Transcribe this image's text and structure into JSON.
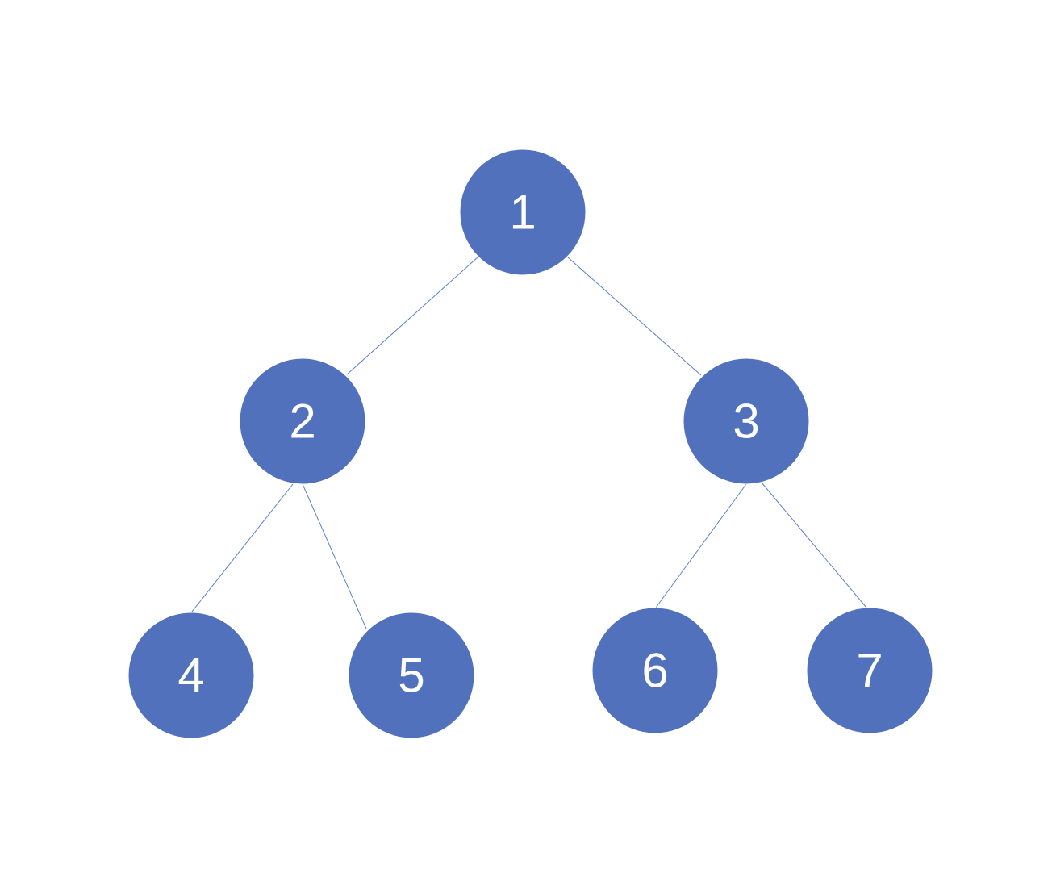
{
  "colors": {
    "node_fill": "#5171BD",
    "edge": "#5A80C9",
    "label": "#FFFFFF",
    "background": "#FFFFFF"
  },
  "tree": {
    "nodes": [
      {
        "id": "1",
        "label": "1"
      },
      {
        "id": "2",
        "label": "2"
      },
      {
        "id": "3",
        "label": "3"
      },
      {
        "id": "4",
        "label": "4"
      },
      {
        "id": "5",
        "label": "5"
      },
      {
        "id": "6",
        "label": "6"
      },
      {
        "id": "7",
        "label": "7"
      }
    ],
    "edges": [
      {
        "from": "1",
        "to": "2"
      },
      {
        "from": "1",
        "to": "3"
      },
      {
        "from": "2",
        "to": "4"
      },
      {
        "from": "2",
        "to": "5"
      },
      {
        "from": "3",
        "to": "6"
      },
      {
        "from": "3",
        "to": "7"
      }
    ]
  }
}
